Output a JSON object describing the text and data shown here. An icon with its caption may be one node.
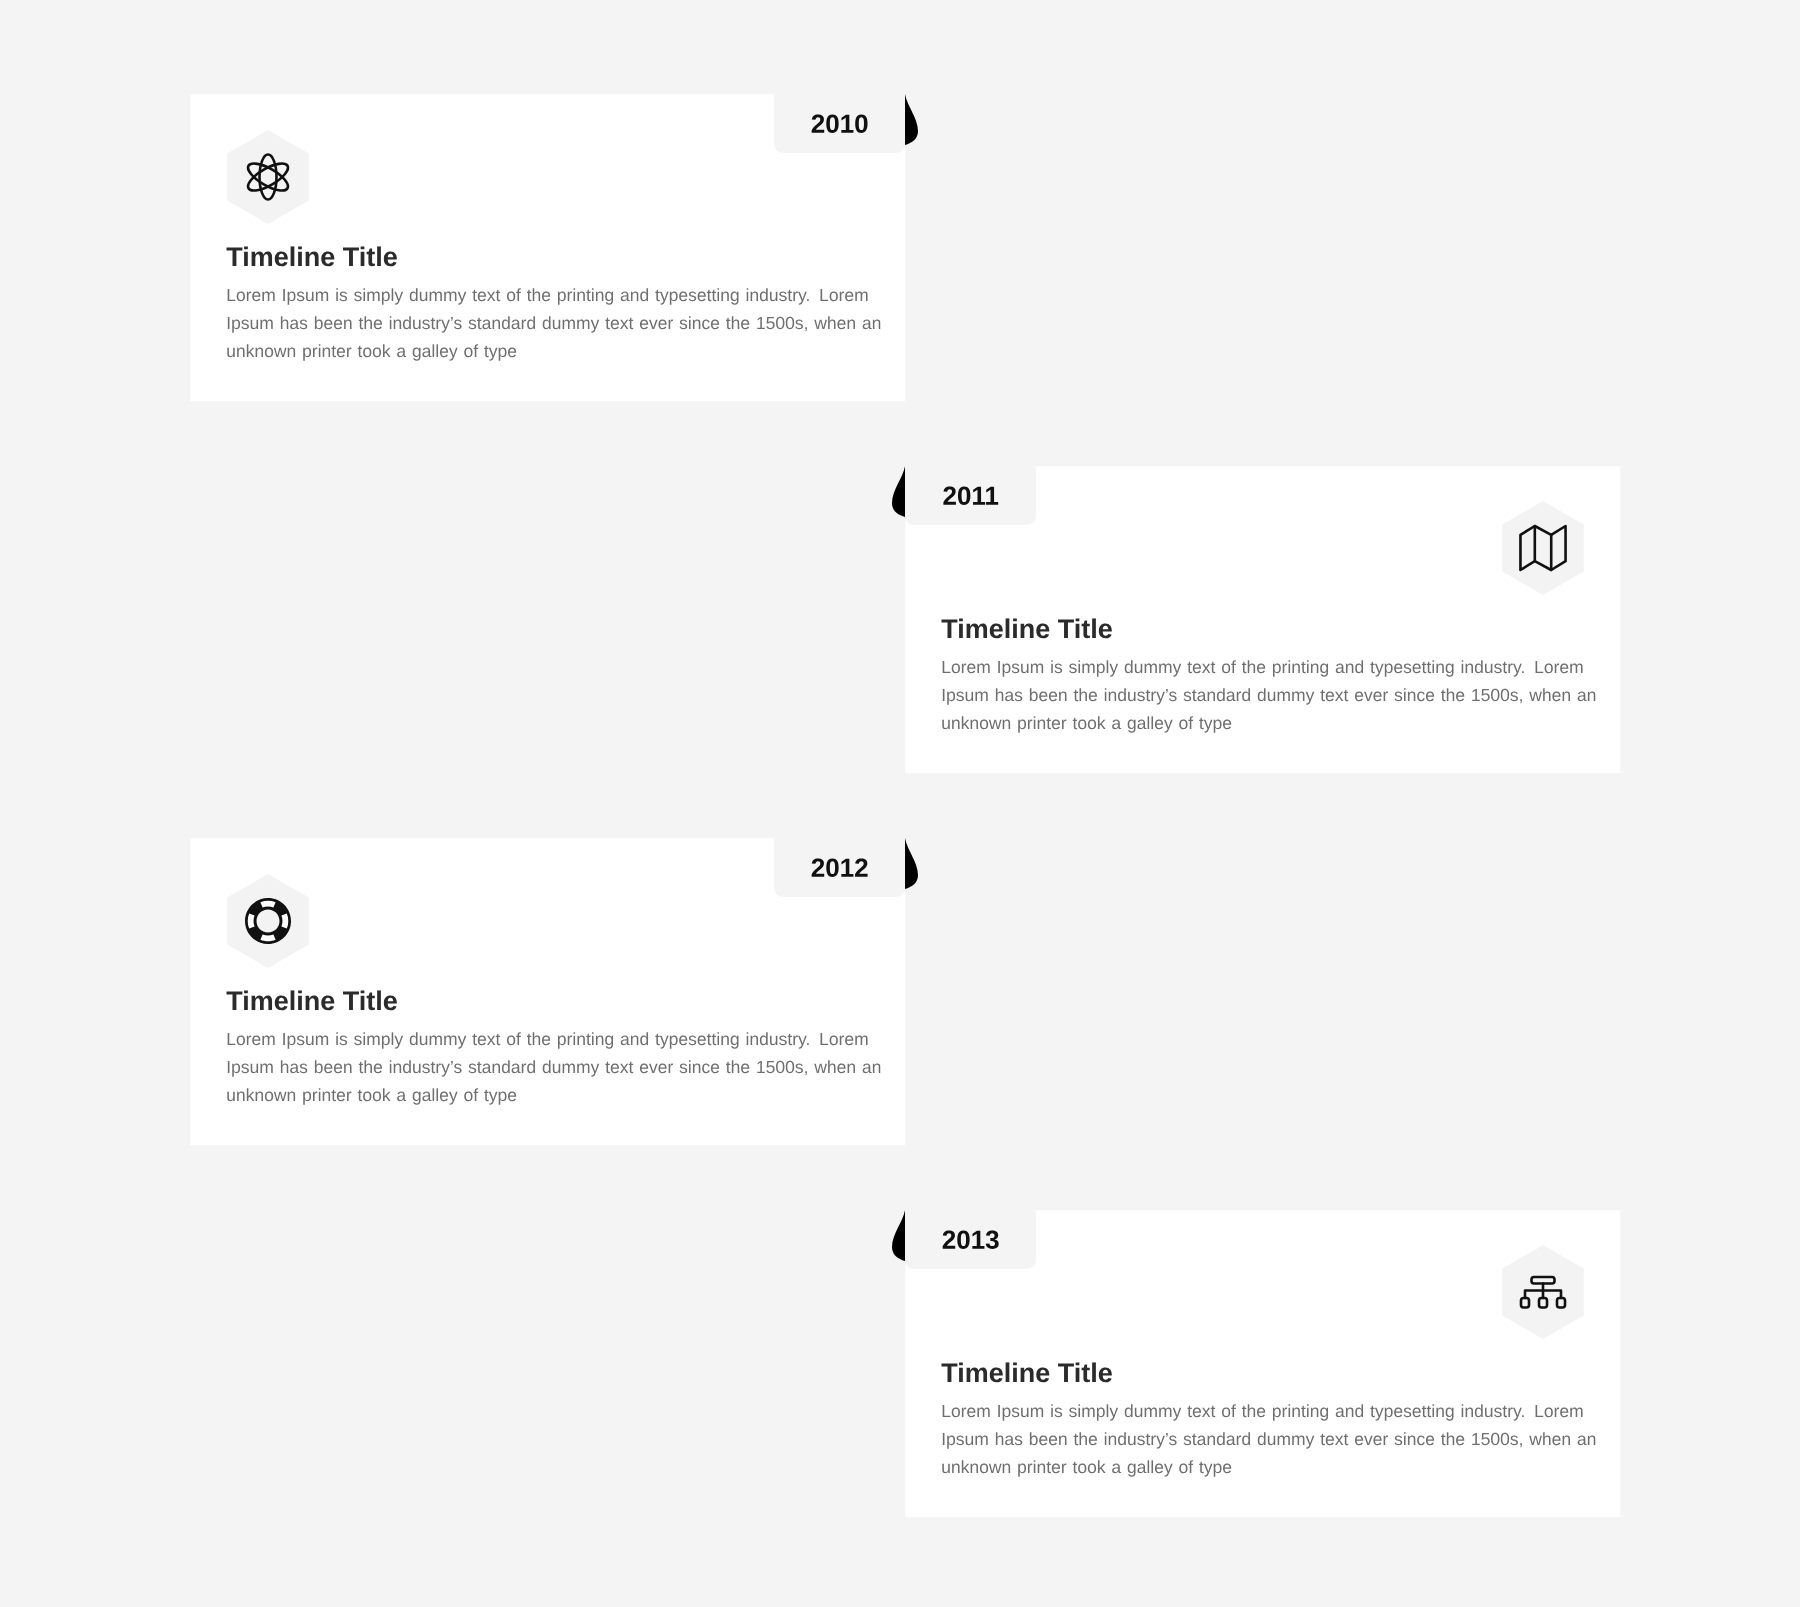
{
  "diagram": {
    "nodes": [
      {
        "text": [
          "Timeline Title",
          "Lorem Ipsum is simply dummy text of the printing and typesetting industry. Lorem Ipsum has been the industry’s standard dummy text ever since the 1500s, when an unknown printer took a galley of type"
        ]
      },
      {
        "text": [
          "2010"
        ],
        "in": 0
      },
      {
        "text": [
          "Timeline Title",
          "Lorem Ipsum is simply dummy text of the printing and typesetting industry. Lorem Ipsum has been the industry’s standard dummy text ever since the 1500s, when an unknown printer took a galley of type"
        ]
      },
      {
        "text": [
          "2011"
        ],
        "in": 2
      },
      {
        "text": [
          "Timeline Title",
          "Lorem Ipsum is simply dummy text of the printing and typesetting industry. Lorem Ipsum has been the industry’s standard dummy text ever since the 1500s, when an unknown printer took a galley of type"
        ]
      },
      {
        "text": [
          "2012"
        ],
        "in": 4
      },
      {
        "text": [
          "Timeline Title",
          "Lorem Ipsum is simply dummy text of the printing and typesetting industry. Lorem Ipsum has been the industry’s standard dummy text ever since the 1500s, when an unknown printer took a galley of type"
        ]
      },
      {
        "text": [
          "2013"
        ],
        "in": 6
      }
    ]
  }
}
